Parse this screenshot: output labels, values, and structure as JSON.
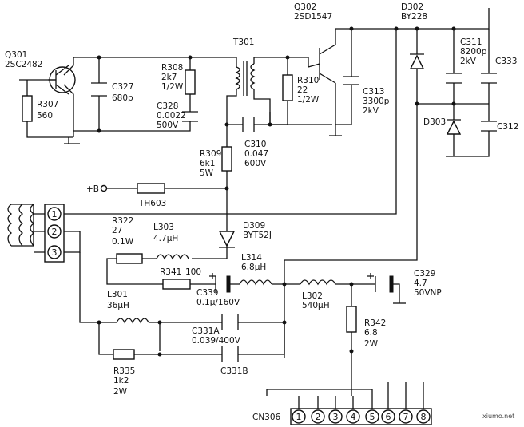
{
  "components": {
    "q301": {
      "ref": "Q301",
      "part": "2SC2482"
    },
    "q302": {
      "ref": "Q302",
      "part": "2SD1547"
    },
    "r307": {
      "ref": "R307",
      "value": "560"
    },
    "c327": {
      "ref": "C327",
      "value": "680p"
    },
    "r308": {
      "ref": "R308",
      "value": "2k7",
      "rating": "1/2W"
    },
    "c328": {
      "ref": "C328",
      "value": "0.0022",
      "rating": "500V"
    },
    "t301": {
      "ref": "T301"
    },
    "r310": {
      "ref": "R310",
      "value": "22",
      "rating": "1/2W"
    },
    "c313": {
      "ref": "C313",
      "value": "3300p",
      "rating": "2kV"
    },
    "d302": {
      "ref": "D302",
      "part": "BY228"
    },
    "c311": {
      "ref": "C311",
      "value": "8200p",
      "rating": "2kV"
    },
    "c333": {
      "ref": "C333"
    },
    "d303": {
      "ref": "D303"
    },
    "c312": {
      "ref": "C312"
    },
    "c310": {
      "ref": "C310",
      "value": "0.047",
      "rating": "600V"
    },
    "r309": {
      "ref": "R309",
      "value": "6k1",
      "rating": "5W"
    },
    "th603": {
      "ref": "TH603"
    },
    "plus_b": {
      "label": "+B"
    },
    "r322": {
      "ref": "R322",
      "value": "27",
      "rating": "0.1W"
    },
    "l303": {
      "ref": "L303",
      "value": "4.7μH"
    },
    "d309": {
      "ref": "D309",
      "part": "BYT52J"
    },
    "l314": {
      "ref": "L314",
      "value": "6.8μH"
    },
    "r341": {
      "ref": "R341",
      "value": "100"
    },
    "c339": {
      "ref": "C339",
      "value": "0.1μ/160V"
    },
    "l302": {
      "ref": "L302",
      "value": "540μH"
    },
    "c329": {
      "ref": "C329",
      "value": "4.7",
      "rating": "50VNP"
    },
    "r342": {
      "ref": "R342",
      "value": "6.8",
      "rating": "2W"
    },
    "l301": {
      "ref": "L301",
      "value": "36μH"
    },
    "c331a": {
      "ref": "C331A",
      "value": "0.039/400V"
    },
    "c331b": {
      "ref": "C331B"
    },
    "r335": {
      "ref": "R335",
      "value": "1k2",
      "rating": "2W"
    }
  },
  "yoke": {
    "pins": [
      "1",
      "2",
      "3"
    ]
  },
  "connector": {
    "ref": "CN306",
    "pins": [
      "1",
      "2",
      "3",
      "4",
      "5",
      "6",
      "7",
      "8"
    ]
  },
  "watermark": "xiumo.net"
}
